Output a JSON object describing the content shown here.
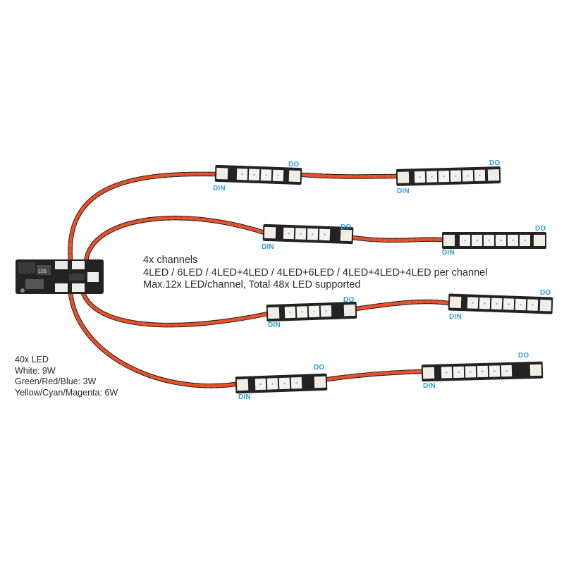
{
  "channels_caption": {
    "line1": "4x channels",
    "line2": "4LED / 6LED / 4LED+4LED / 4LED+6LED / 4LED+4LED+4LED per channel",
    "line3": "Max.12x LED/channel,  Total 48x LED supported"
  },
  "power_caption": {
    "line1": "40x LED",
    "line2": "White: 9W",
    "line3": "Green/Red/Blue: 3W",
    "line4": "Yellow/Cyan/Magenta: 6W"
  },
  "pin_labels": {
    "din": "DIN",
    "do": "DO"
  },
  "board_marking": "105",
  "colors": {
    "wire_red": "#e8512a",
    "wire_black": "#1e1e1e",
    "pcb": "#232323",
    "led_cell": "#f2f2f0",
    "connector": "#f1ede4",
    "pin_label": "#2a9fd6"
  }
}
